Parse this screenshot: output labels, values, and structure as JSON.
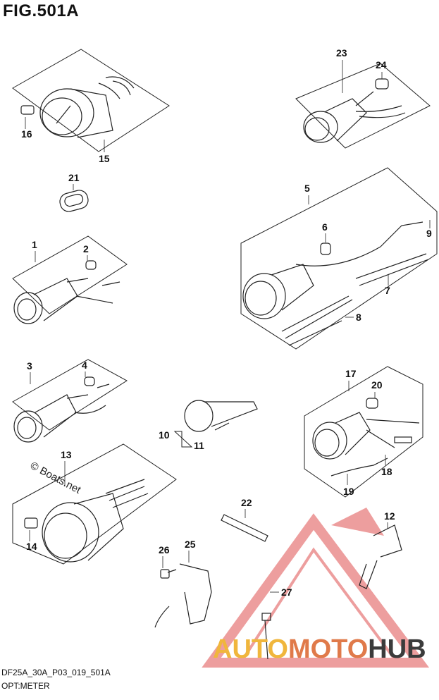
{
  "figure": {
    "title": "FIG.501A",
    "code": "DF25A_30A_P03_019_501A",
    "subtitle": "OPT:METER"
  },
  "watermark": {
    "text": "© Boats.net"
  },
  "brand": {
    "part1": "AUTO",
    "part2": "MOTO",
    "part3": "HUB",
    "logo_color": "#e05050"
  },
  "callouts": [
    "1",
    "2",
    "3",
    "4",
    "5",
    "6",
    "7",
    "8",
    "9",
    "10",
    "11",
    "12",
    "13",
    "14",
    "15",
    "16",
    "17",
    "18",
    "19",
    "20",
    "21",
    "22",
    "23",
    "24",
    "25",
    "26",
    "27"
  ]
}
